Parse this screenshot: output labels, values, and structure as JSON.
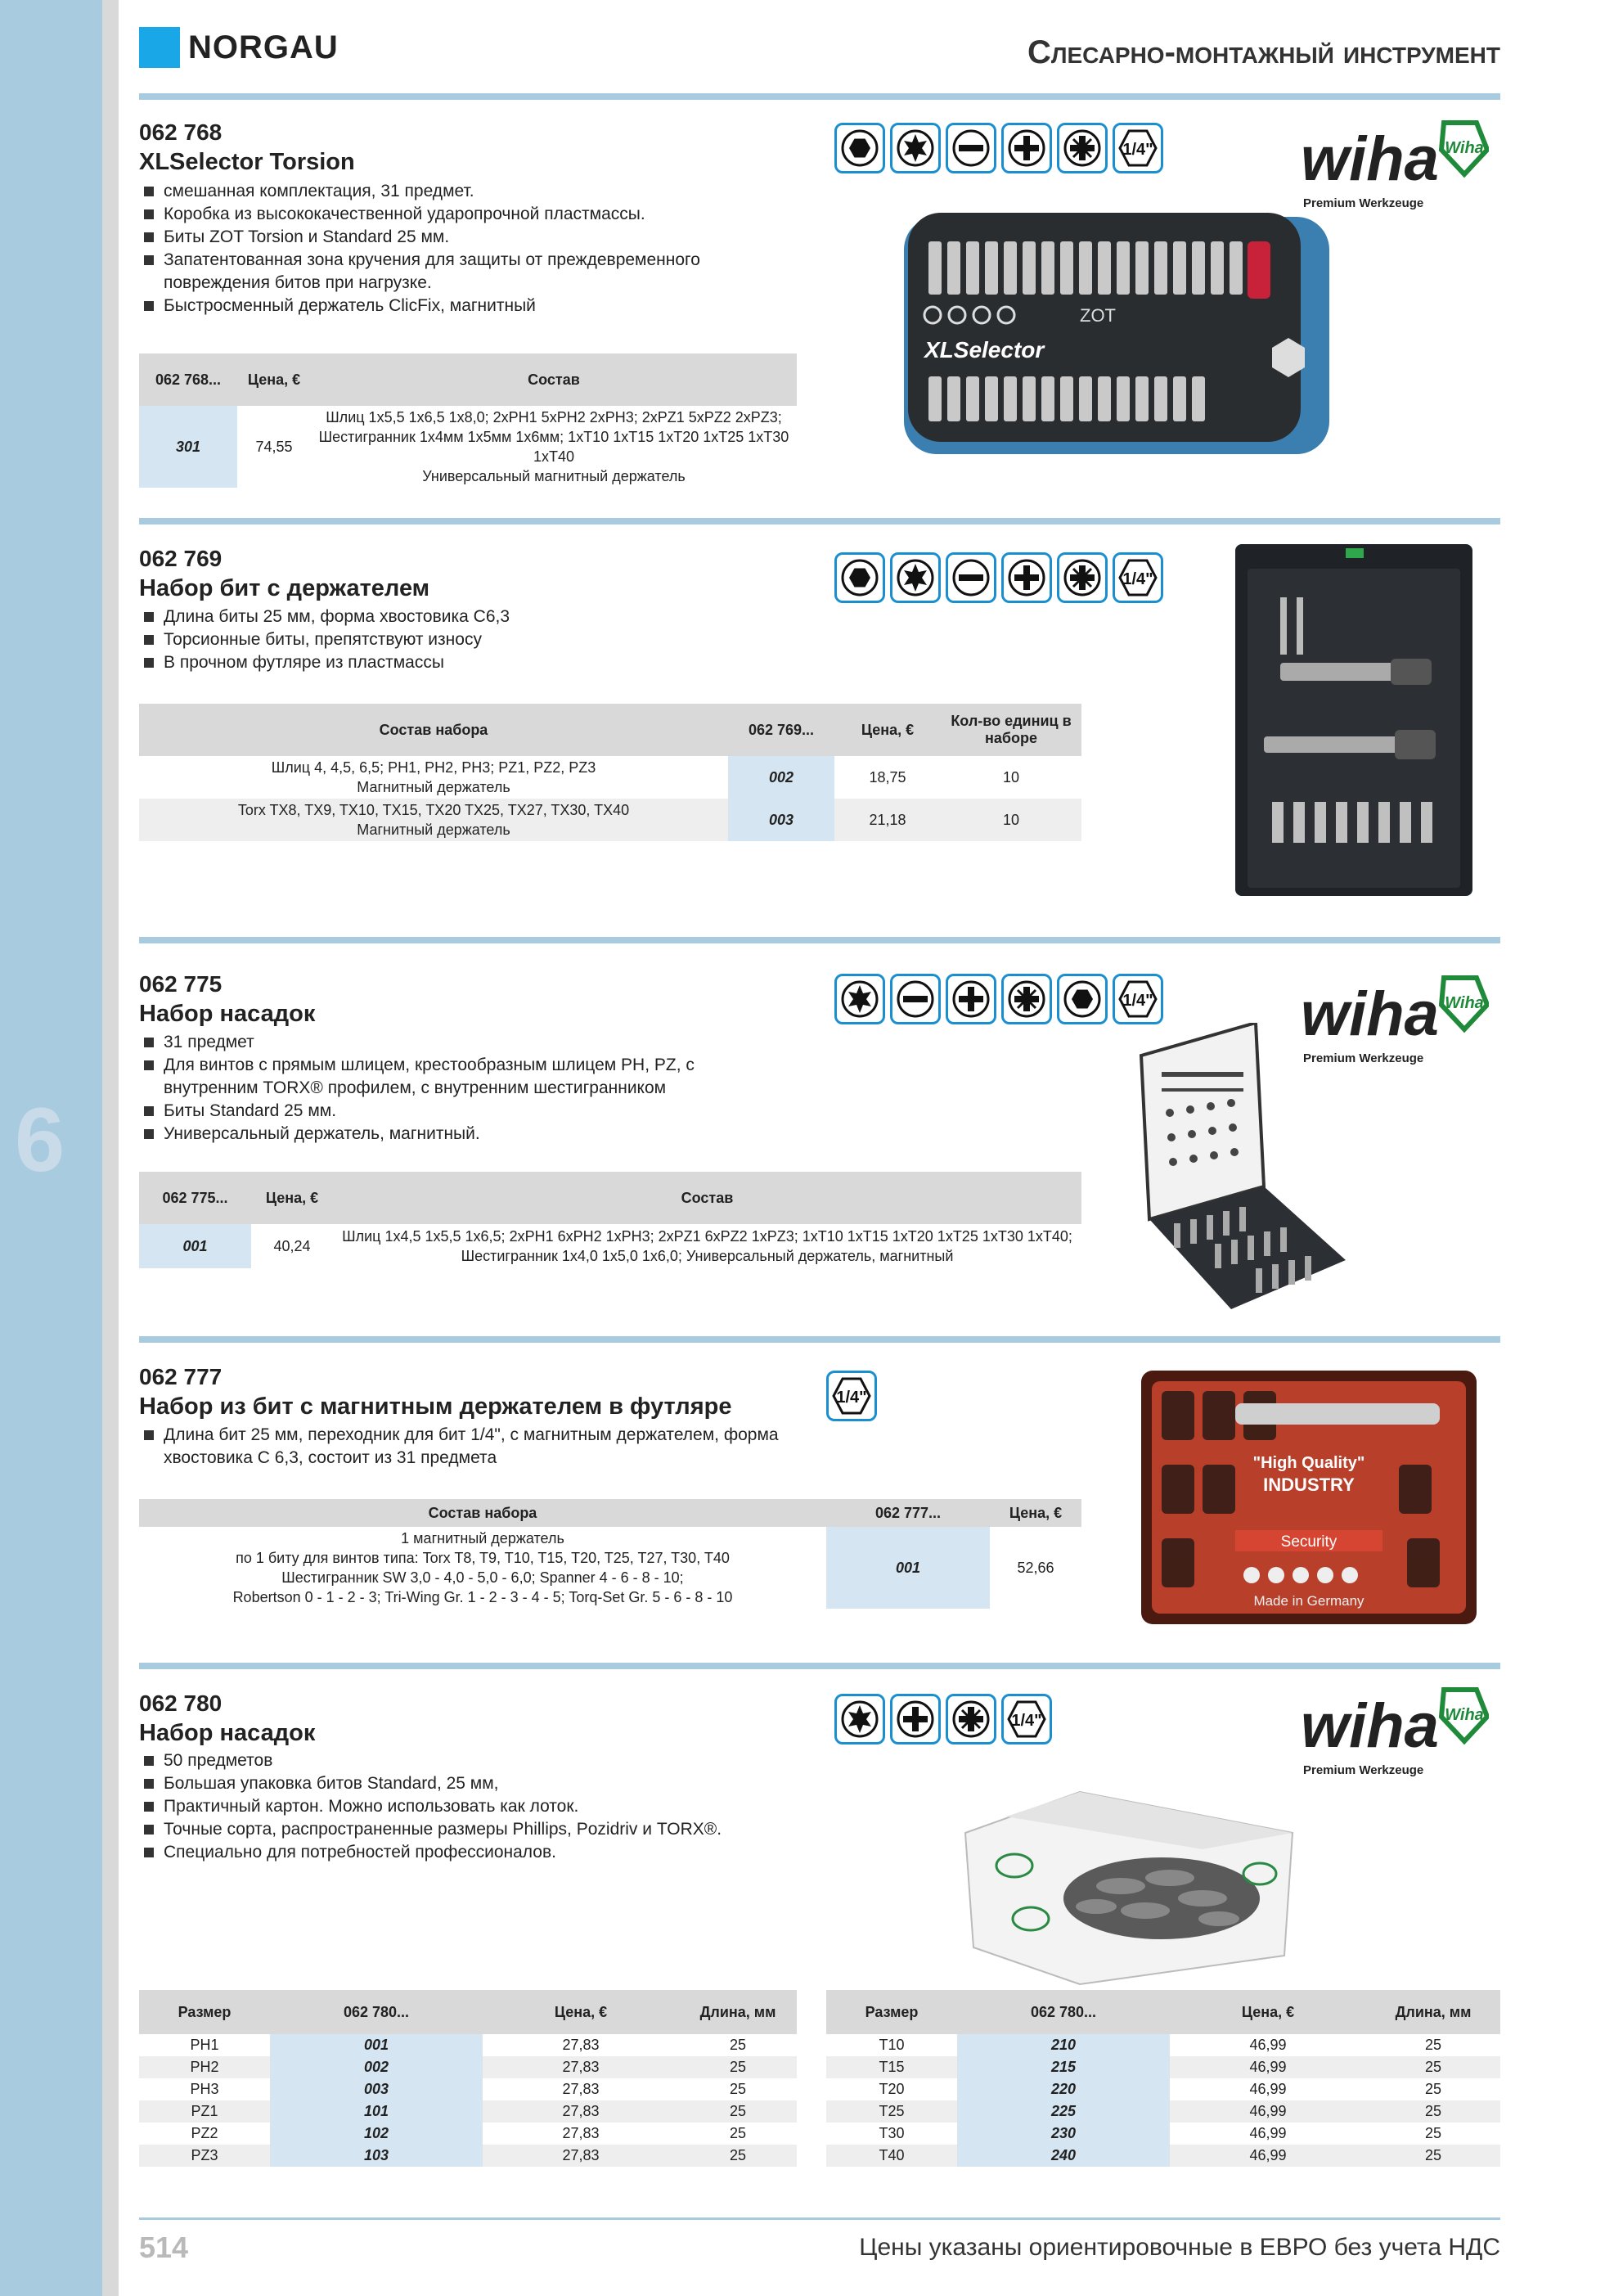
{
  "header": {
    "brand": "NORGAU",
    "section_title": "Слесарно-монтажный инструмент",
    "chapter": "6"
  },
  "wiha": {
    "brand": "wiha",
    "tagline": "Premium Werkzeuge",
    "badge": "Wiha"
  },
  "icon_labels": {
    "quarter": "1/4\""
  },
  "products": [
    {
      "code": "062 768",
      "title": "XLSelector Torsion",
      "bullets": [
        "смешанная комплектация, 31 предмет.",
        "Коробка из высококачественной ударопрочной пластмассы.",
        "Биты ZOT Torsion и Standard 25 мм.",
        "Запатентованная зона кручения для защиты от преждевременного повреждения битов при нагрузке.",
        "Быстросменный держатель ClicFix, магнитный"
      ],
      "icons": [
        "hex-icon",
        "torx-icon",
        "slot-icon",
        "phillips-icon",
        "pozidriv-icon",
        "quarter-inch-icon"
      ],
      "table": {
        "headers": [
          "062 768...",
          "Цена, €",
          "Состав"
        ],
        "rows": [
          {
            "art": "301",
            "price": "74,55",
            "composition": [
              "Шлиц 1х5,5 1х6,5 1х8,0; 2хPH1 5хPH2 2хPH3; 2хPZ1 5хPZ2 2хPZ3;",
              "Шестигранник 1х4мм 1х5мм 1х6мм; 1хT10 1хT15 1хT20 1хT25 1хT30 1хT40",
              "Универсальный магнитный держатель"
            ]
          }
        ]
      },
      "photo_text": {
        "zot": "ZOT",
        "xls": "XLSelector"
      }
    },
    {
      "code": "062 769",
      "title": "Набор бит с держателем",
      "bullets": [
        "Длина биты 25 мм, форма хвостовика С6,3",
        "Торсионные биты, препятствуют износу",
        "В прочном футляре из пластмассы"
      ],
      "icons": [
        "hex-icon",
        "torx-icon",
        "slot-icon",
        "phillips-icon",
        "pozidriv-icon",
        "quarter-inch-icon"
      ],
      "table": {
        "headers": [
          "Состав набора",
          "062 769...",
          "Цена, €",
          "Кол-во единиц в наборе"
        ],
        "rows": [
          {
            "composition": [
              "Шлиц 4, 4,5, 6,5; PH1, PH2, PH3; PZ1, PZ2, PZ3",
              "Магнитный держатель"
            ],
            "art": "002",
            "price": "18,75",
            "qty": "10"
          },
          {
            "composition": [
              "Torx TX8, TX9, TX10, TX15, TX20 TX25, TX27, TX30, TX40",
              "Магнитный держатель"
            ],
            "art": "003",
            "price": "21,18",
            "qty": "10"
          }
        ]
      }
    },
    {
      "code": "062 775",
      "title": "Набор насадок",
      "bullets": [
        "31 предмет",
        "Для винтов с прямым шлицем, крестообразным шлицем PH, PZ, с внутренним TORX® профилем, с внутренним шестигранником",
        "Биты Standard 25 мм.",
        "Универсальный держатель, магнитный."
      ],
      "icons": [
        "torx-icon",
        "slot-icon",
        "phillips-icon",
        "pozidriv-icon",
        "hex-icon",
        "quarter-inch-icon"
      ],
      "table": {
        "headers": [
          "062 775...",
          "Цена, €",
          "Состав"
        ],
        "rows": [
          {
            "art": "001",
            "price": "40,24",
            "composition": [
              "Шлиц 1х4,5 1х5,5 1х6,5; 2хPH1 6хPH2 1хPH3; 2хPZ1 6хPZ2 1хPZ3; 1хT10 1хT15 1хT20 1хT25 1хT30 1хT40;",
              "Шестигранник 1х4,0 1х5,0 1х6,0; Универсальный держатель, магнитный"
            ]
          }
        ]
      }
    },
    {
      "code": "062 777",
      "title": "Набор из бит с магнитным держателем в футляре",
      "bullets": [
        "Длина бит 25 мм, переходник для бит 1/4\", с магнитным держателем, форма хвостовика С 6,3, состоит из 31 предмета"
      ],
      "icons": [
        "quarter-inch-icon"
      ],
      "table": {
        "headers": [
          "Состав набора",
          "062 777...",
          "Цена, €"
        ],
        "rows": [
          {
            "composition": [
              "1 магнитный держатель",
              "по 1 биту для винтов типа: Torx T8, T9, T10, T15, T20, T25, T27, T30, T40",
              "Шестигранник SW 3,0 - 4,0 - 5,0 - 6,0; Spanner 4 - 6 - 8 - 10;",
              "Robertson 0 - 1 - 2 - 3; Tri-Wing Gr. 1 - 2 - 3 - 4 - 5; Torq-Set Gr. 5 - 6 - 8 - 10"
            ],
            "art": "001",
            "price": "52,66"
          }
        ]
      },
      "photo_text": {
        "l1": "\"High Quality\"",
        "l2": "INDUSTRY",
        "l3": "Security",
        "l4": "Made in Germany"
      }
    },
    {
      "code": "062 780",
      "title": "Набор насадок",
      "bullets": [
        "50 предметов",
        "Большая упаковка битов Standard, 25 мм,",
        "Практичный картон. Можно использовать как лоток.",
        "Точные сорта, распространенные размеры Phillips, Pozidriv и TORX®.",
        "Специально для потребностей профессионалов."
      ],
      "icons": [
        "torx-icon",
        "phillips-icon",
        "pozidriv-icon",
        "quarter-inch-icon"
      ],
      "table_left": {
        "headers": [
          "Размер",
          "062 780...",
          "Цена, €",
          "Длина, мм"
        ],
        "rows": [
          [
            "PH1",
            "001",
            "27,83",
            "25"
          ],
          [
            "PH2",
            "002",
            "27,83",
            "25"
          ],
          [
            "PH3",
            "003",
            "27,83",
            "25"
          ],
          [
            "PZ1",
            "101",
            "27,83",
            "25"
          ],
          [
            "PZ2",
            "102",
            "27,83",
            "25"
          ],
          [
            "PZ3",
            "103",
            "27,83",
            "25"
          ]
        ]
      },
      "table_right": {
        "headers": [
          "Размер",
          "062 780...",
          "Цена, €",
          "Длина, мм"
        ],
        "rows": [
          [
            "T10",
            "210",
            "46,99",
            "25"
          ],
          [
            "T15",
            "215",
            "46,99",
            "25"
          ],
          [
            "T20",
            "220",
            "46,99",
            "25"
          ],
          [
            "T25",
            "225",
            "46,99",
            "25"
          ],
          [
            "T30",
            "230",
            "46,99",
            "25"
          ],
          [
            "T40",
            "240",
            "46,99",
            "25"
          ]
        ]
      }
    }
  ],
  "footer": {
    "page_number": "514",
    "note": "Цены указаны ориентировочные в ЕВРО без учета НДС"
  },
  "colors": {
    "accent": "#1aa7e8",
    "sidebar": "#a9cbe0",
    "icon_border": "#1a8fd0",
    "wiha_green": "#1f8a3a",
    "highlight": "#d5e6f2"
  }
}
